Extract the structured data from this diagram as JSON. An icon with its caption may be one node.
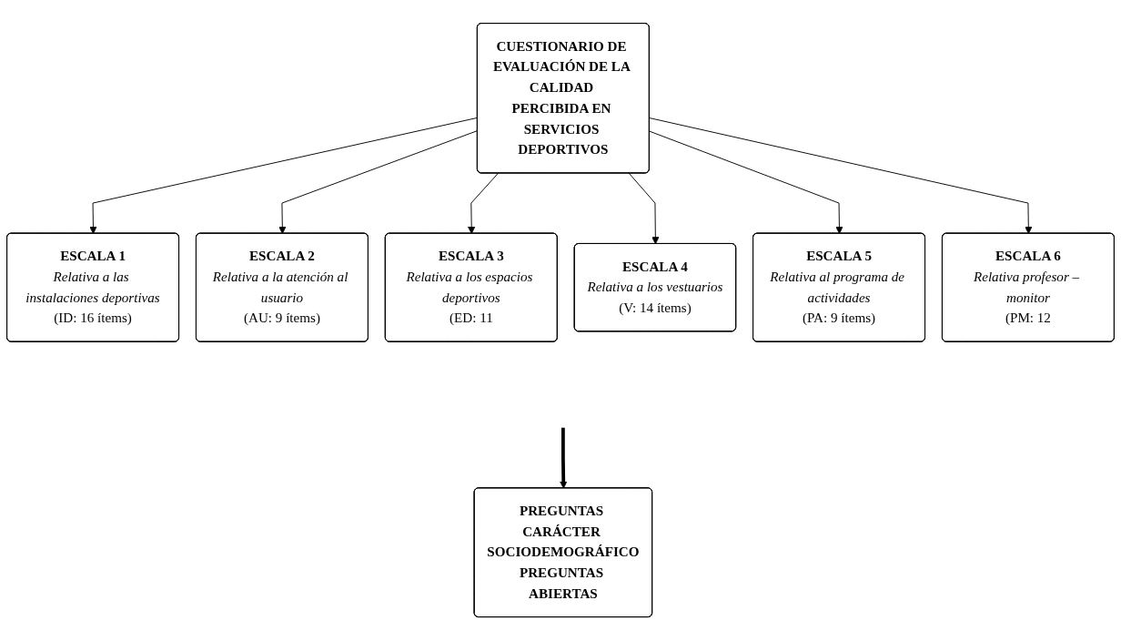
{
  "diagram": {
    "nodes": [
      {
        "text": [
          "CUESTIONARIO DE EVALUACIÓN DE LA CALIDAD PERCIBIDA EN SERVICIOS DEPORTIVOS"
        ]
      },
      {
        "text": [
          "ESCALA 1",
          "Relativa a las instalaciones deportivas",
          "(ID: 16 ítems)"
        ]
      },
      {
        "text": [
          "ESCALA 2",
          "Relativa a la atención al usuario",
          "(AU: 9 ítems)"
        ]
      },
      {
        "text": [
          "ESCALA 3",
          "Relativa a los espacios deportivos",
          "(ED: 11"
        ]
      },
      {
        "text": [
          "ESCALA 4",
          "Relativa a los vestuarios",
          "(V: 14 ítems)"
        ]
      },
      {
        "text": [
          "ESCALA 5",
          "Relativa al programa de actividades",
          "(PA: 9 ítems)"
        ]
      },
      {
        "text": [
          "ESCALA 6",
          "Relativa profesor – monitor",
          "(PM: 12"
        ]
      },
      {
        "text": [
          "PREGUNTAS CARÁCTER SOCIODEMOGRÁFICO",
          "PREGUNTAS ABIERTAS"
        ]
      }
    ],
    "edges": [
      {
        "from": 0,
        "to": 1,
        "arrow": "to"
      },
      {
        "from": 0,
        "to": 2,
        "arrow": "to"
      },
      {
        "from": 0,
        "to": 3,
        "arrow": "to"
      },
      {
        "from": 0,
        "to": 4,
        "arrow": "to"
      },
      {
        "from": 0,
        "to": 5,
        "arrow": "to"
      },
      {
        "from": 0,
        "to": 6,
        "arrow": "to"
      },
      {
        "from": null,
        "to": 7,
        "arrow": "to",
        "style": "thick"
      }
    ]
  }
}
